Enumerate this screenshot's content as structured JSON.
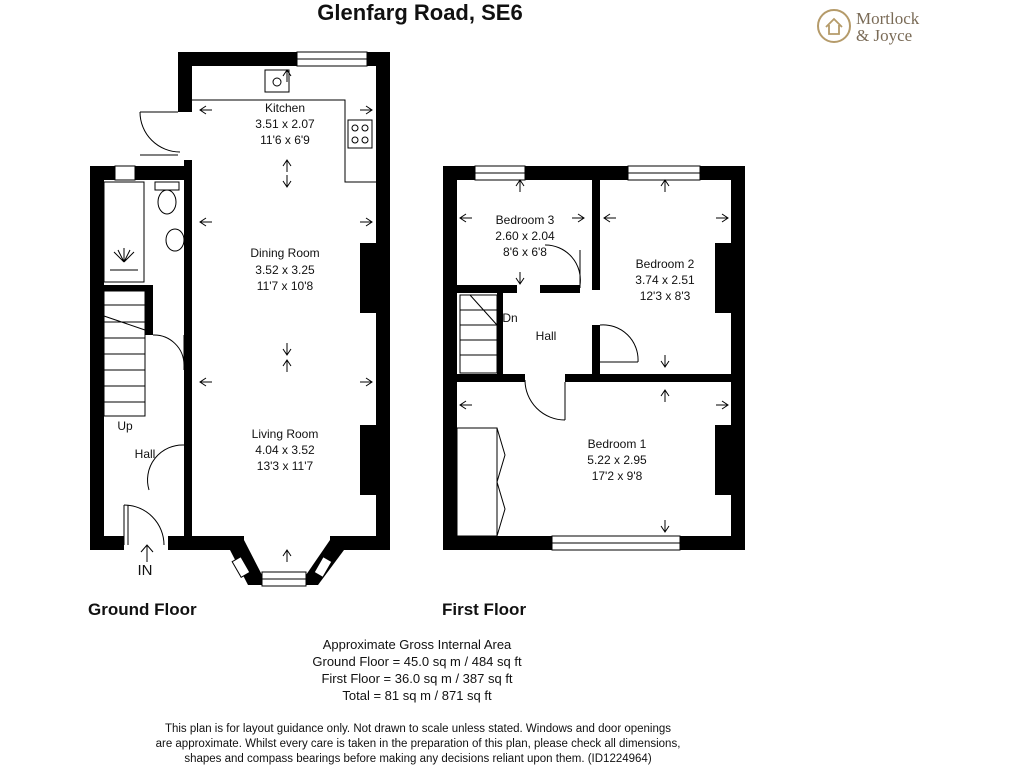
{
  "title": "Glenfarg Road, SE6",
  "logo": {
    "line1": "Mortlock",
    "line2": "& Joyce",
    "color": "#7a6b57"
  },
  "ground_floor": {
    "label": "Ground Floor",
    "rooms": {
      "kitchen": {
        "name": "Kitchen",
        "metric": "3.51 x 2.07",
        "imperial": "11'6 x 6'9"
      },
      "dining": {
        "name": "Dining Room",
        "metric": "3.52 x 3.25",
        "imperial": "11'7 x 10'8"
      },
      "living": {
        "name": "Living Room",
        "metric": "4.04 x 3.52",
        "imperial": "13'3 x 11'7"
      },
      "hall": {
        "name": "Hall"
      }
    },
    "up_label": "Up",
    "entrance_label": "IN"
  },
  "first_floor": {
    "label": "First Floor",
    "rooms": {
      "bedroom3": {
        "name": "Bedroom 3",
        "metric": "2.60 x 2.04",
        "imperial": "8'6 x 6'8"
      },
      "bedroom2": {
        "name": "Bedroom 2",
        "metric": "3.74 x 2.51",
        "imperial": "12'3 x 8'3"
      },
      "bedroom1": {
        "name": "Bedroom 1",
        "metric": "5.22 x 2.95",
        "imperial": "17'2 x 9'8"
      },
      "hall": {
        "name": "Hall"
      }
    },
    "down_label": "Dn"
  },
  "area_summary": {
    "heading": "Approximate Gross Internal Area",
    "ground": "Ground Floor = 45.0 sq m / 484 sq ft",
    "first": "First Floor = 36.0 sq m / 387 sq ft",
    "total": "Total = 81 sq m / 871 sq ft"
  },
  "disclaimer": {
    "line1": "This plan is for layout guidance only. Not drawn to scale unless stated. Windows and door openings",
    "line2": "are approximate. Whilst every care is taken in the preparation of this plan, please check all dimensions,",
    "line3": "shapes and compass bearings before making any decisions reliant upon them. (ID1224964)"
  }
}
